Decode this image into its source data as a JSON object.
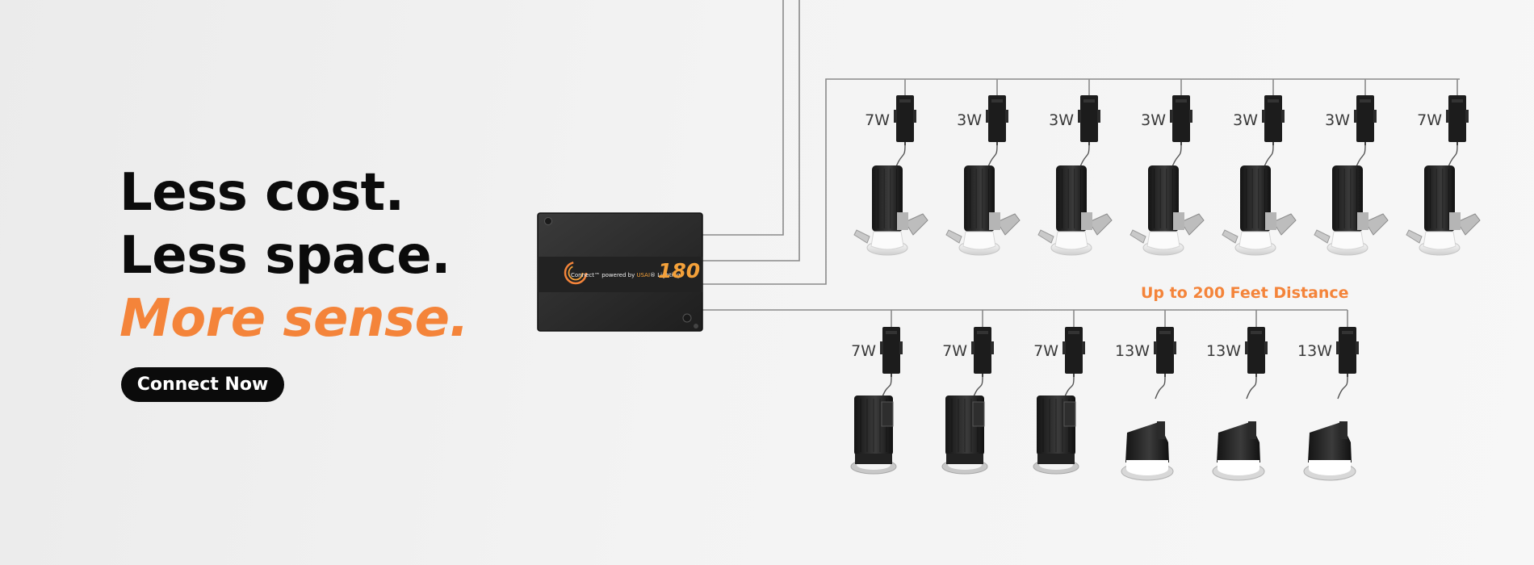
{
  "headline": {
    "line1": "Less cost.",
    "line2": "Less space.",
    "line3": "More sense."
  },
  "cta": {
    "label": "Connect Now"
  },
  "driver": {
    "brand": "Connect",
    "powered": "powered by",
    "maker": "USAI",
    "suffix": "Lighting",
    "model": "180"
  },
  "distance_label": "Up to 200 Feet Distance",
  "branches": [
    {
      "type": "adjustable-downlight",
      "wattages": [
        "7W",
        "3W",
        "3W",
        "3W",
        "3W",
        "3W",
        "7W"
      ]
    },
    {
      "type": "fixed-downlight",
      "wattages": [
        "7W",
        "7W",
        "7W",
        "13W",
        "13W",
        "13W"
      ]
    }
  ],
  "colors": {
    "accent": "#f4843a",
    "text": "#0b0b0b",
    "wire": "#8a8a8a",
    "driver_body": "#2c2c2c"
  }
}
